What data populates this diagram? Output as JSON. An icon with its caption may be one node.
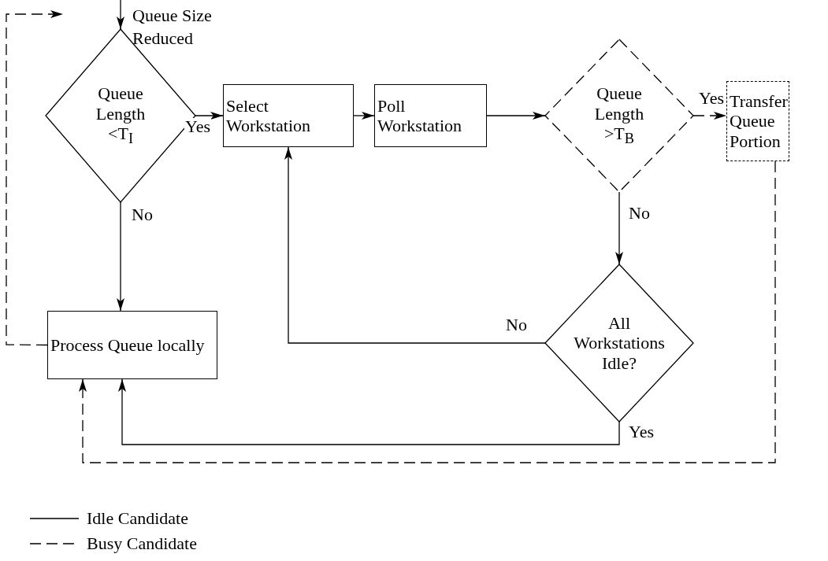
{
  "diagram": {
    "nodes": [
      {
        "text": [
          "Queue Length <T$_{I}$"
        ]
      },
      {
        "text": [
          "Select Workstation"
        ]
      },
      {
        "text": [
          "Poll Workstation"
        ]
      },
      {
        "text": [
          "Queue Length >T$_{B}$"
        ]
      },
      {
        "text": [
          "Transfer Queue Portion"
        ]
      },
      {
        "text": [
          "All Workstations Idle?"
        ]
      },
      {
        "text": [
          "Process Queue locally"
        ]
      }
    ],
    "edges": [
      {
        "from": null,
        "to": 0,
        "arrow": "to"
      },
      {
        "from": 0,
        "to": 1,
        "arrow": "to",
        "label": "Yes"
      },
      {
        "from": 1,
        "to": 2,
        "arrow": "to"
      },
      {
        "from": 2,
        "to": 3,
        "arrow": "to"
      },
      {
        "from": 3,
        "to": 4,
        "arrow": "to",
        "label": "Yes",
        "style": "dashed"
      },
      {
        "from": 3,
        "to": 5,
        "arrow": "to",
        "label": "No"
      },
      {
        "from": 5,
        "to": 1,
        "arrow": "to",
        "label": "No"
      },
      {
        "from": 5,
        "to": 6,
        "arrow": "to",
        "label": "Yes"
      },
      {
        "from": 0,
        "to": 6,
        "arrow": "to",
        "label": "No"
      },
      {
        "from": 4,
        "to": 6,
        "arrow": "to",
        "style": "dashed"
      },
      {
        "from": 6,
        "to": null,
        "arrow": "to",
        "style": "dashed"
      }
    ],
    "labels": [
      "Queue Size Reduced"
    ],
    "legend": [
      {
        "text": "Idle Candidate"
      },
      {
        "text": "Busy Candidate"
      }
    ]
  }
}
